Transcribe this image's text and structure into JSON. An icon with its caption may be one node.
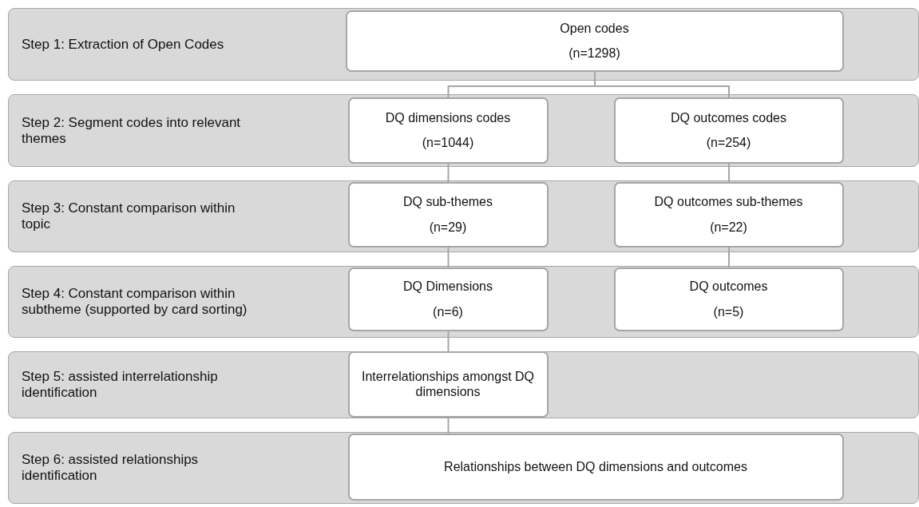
{
  "diagram": {
    "nodes": [
      {
        "text": [
          "Step 1: Extraction of Open Codes"
        ]
      },
      {
        "text": [
          "Open codes",
          "(n=1298)"
        ],
        "in": 0
      },
      {
        "text": [
          "Step 2: Segment codes into relevant themes"
        ]
      },
      {
        "text": [
          "DQ dimensions codes",
          "(n=1044)"
        ],
        "in": 2
      },
      {
        "text": [
          "DQ outcomes codes",
          "(n=254)"
        ],
        "in": 2
      },
      {
        "text": [
          "Step 3: Constant comparison within topic"
        ]
      },
      {
        "text": [
          "DQ sub-themes",
          "(n=29)"
        ],
        "in": 5
      },
      {
        "text": [
          "DQ outcomes sub-themes",
          "(n=22)"
        ],
        "in": 5
      },
      {
        "text": [
          "Step 4: Constant comparison within subtheme (supported by card sorting)"
        ]
      },
      {
        "text": [
          "DQ Dimensions",
          "(n=6)"
        ],
        "in": 8
      },
      {
        "text": [
          "DQ outcomes",
          "(n=5)"
        ],
        "in": 8
      },
      {
        "text": [
          "Step 5: assisted interrelationship identification"
        ]
      },
      {
        "text": [
          "Interrelationships amongst DQ dimensions"
        ],
        "in": 11
      },
      {
        "text": [
          "Step 6: assisted relationships identification"
        ]
      },
      {
        "text": [
          "Relationships between DQ dimensions and outcomes"
        ],
        "in": 13
      }
    ],
    "edges": [
      {
        "from": 1,
        "to": 3,
        "arrow": "none"
      },
      {
        "from": 1,
        "to": 4,
        "arrow": "none"
      },
      {
        "from": 3,
        "to": 6,
        "arrow": "none"
      },
      {
        "from": 4,
        "to": 7,
        "arrow": "none"
      },
      {
        "from": 6,
        "to": 9,
        "arrow": "none"
      },
      {
        "from": 7,
        "to": 10,
        "arrow": "none"
      },
      {
        "from": 9,
        "to": 12,
        "arrow": "none"
      },
      {
        "from": 12,
        "to": 14,
        "arrow": "none"
      }
    ]
  }
}
